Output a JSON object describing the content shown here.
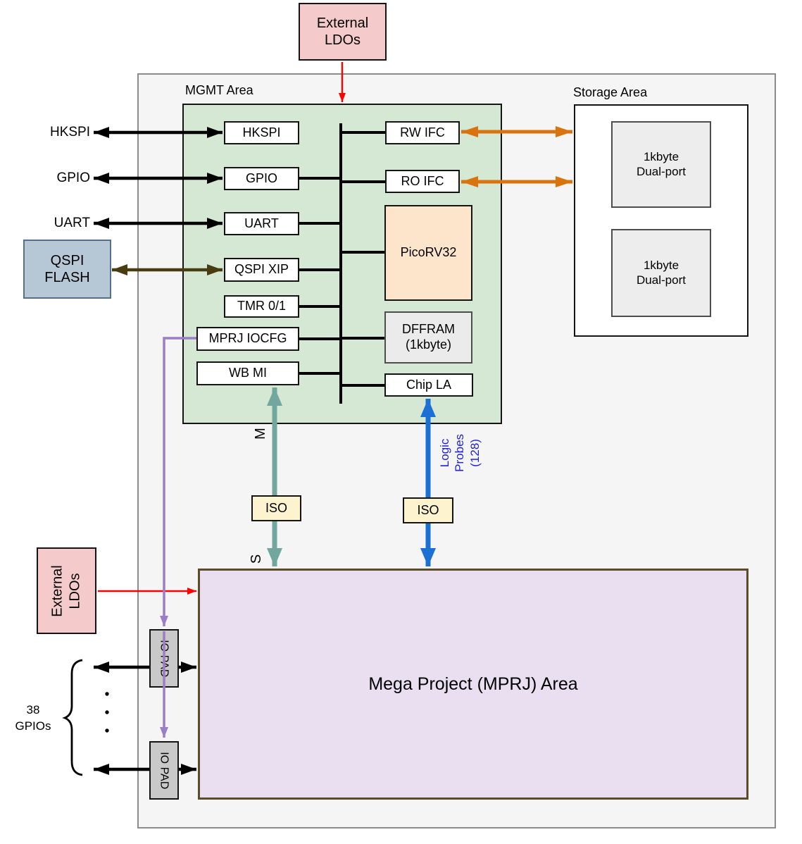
{
  "chip": {
    "mgmt": {
      "label": "MGMT Area",
      "left": [
        "HKSPI",
        "GPIO",
        "UART",
        "QSPI XIP",
        "TMR 0/1",
        "MPRJ IOCFG",
        "WB MI"
      ],
      "right": [
        "RW IFC",
        "RO IFC",
        "PicoRV32",
        "DFFRAM\n(1kbyte)",
        "Chip LA"
      ]
    },
    "storage": {
      "label": "Storage Area",
      "banks": [
        "1kbyte\nDual-port",
        "1kbyte\nDual-port"
      ]
    },
    "mprj": {
      "label": "Mega Project (MPRJ) Area"
    },
    "iso": [
      "ISO",
      "ISO"
    ],
    "io_pads": [
      "IO PAD",
      "IO PAD"
    ]
  },
  "peripherals": {
    "ldo_top": "External\nLDOs",
    "ldo_side": "External\nLDOs",
    "qspi_flash": "QSPI\nFLASH"
  },
  "port_labels": {
    "hkspi": "HKSPI",
    "gpio": "GPIO",
    "uart": "UART",
    "gpio_count": "38\nGPIOs"
  },
  "annotations": {
    "master": "M",
    "slave": "S",
    "logic_probes": "Logic\nProbes\n(128)"
  },
  "colors": {
    "chip_bg": "#f5f5f5",
    "chip_border": "#8c8c8c",
    "mgmt_fill": "#d5e8d4",
    "storage_fill": "#ffffff",
    "mprj_fill": "#e9dff1",
    "mprj_border": "#5c4b28",
    "picorv32_fill": "#fde5cc",
    "dffram_fill": "#ebebeb",
    "bank_fill": "#ededed",
    "iso_fill": "#fdf3cf",
    "ldo_fill": "#f5caca",
    "qspi_flash_fill": "#b6c8d6",
    "io_pad_fill": "#c9c9c9",
    "arrow_black": "#000000",
    "arrow_orange": "#d9730e",
    "arrow_teal": "#72a7a0",
    "arrow_blue": "#1c70d3",
    "arrow_purple": "#9d7dc8",
    "arrow_red": "#fe0000",
    "arrow_dark_olive": "#493c10",
    "logic_probes_text": "#2121d8"
  }
}
